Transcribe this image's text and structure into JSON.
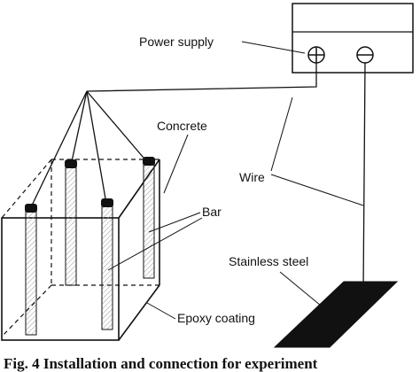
{
  "diagram": {
    "labels": {
      "power_supply": "Power supply",
      "concrete": "Concrete",
      "bar": "Bar",
      "wire": "Wire",
      "stainless_steel": "Stainless steel",
      "epoxy_coating": "Epoxy coating"
    },
    "terminals": {
      "positive": "⊕",
      "negative": "⊖"
    },
    "caption": "Fig. 4 Installation and connection for experiment"
  },
  "colors": {
    "line": "#111111",
    "background": "#ffffff"
  }
}
